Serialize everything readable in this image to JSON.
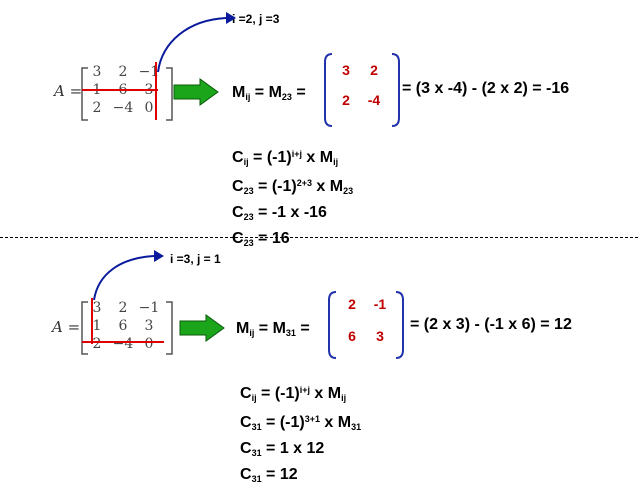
{
  "top": {
    "index_label": "i =2, j =3",
    "matrix_label": "A =",
    "matrix": [
      [
        "3",
        "2",
        "−1"
      ],
      [
        "1",
        "6",
        "3"
      ],
      [
        "2",
        "−4",
        "0"
      ]
    ],
    "minor_eq": {
      "m": "M",
      "m_sub": "ij",
      "eq": " = M",
      "eq_sub": "23",
      "tail": " ="
    },
    "minor": [
      [
        "3",
        "2"
      ],
      [
        "2",
        "-4"
      ]
    ],
    "result": "= (3 x -4) - (2 x 2) = -16",
    "steps": [
      {
        "l": "C",
        "ls": "ij",
        "r": " = (-1)",
        "rs": "i+j",
        "t": " x M",
        "ts": "ij"
      },
      {
        "l": "C",
        "ls": "23",
        "r": " = (-1)",
        "rs": "2+3",
        "t": " x M",
        "ts": "23"
      },
      {
        "l": "C",
        "ls": "23",
        "r": " = -1 x -16"
      },
      {
        "l": "C",
        "ls": "23",
        "r": " = 16"
      }
    ]
  },
  "bottom": {
    "index_label": "i =3, j = 1",
    "matrix_label": "A =",
    "matrix": [
      [
        "3",
        "2",
        "−1"
      ],
      [
        "1",
        "6",
        "3"
      ],
      [
        "2",
        "−4",
        "0"
      ]
    ],
    "minor_eq": {
      "m": "M",
      "m_sub": "ij",
      "eq": " = M",
      "eq_sub": "31",
      "tail": " ="
    },
    "minor": [
      [
        "2",
        "-1"
      ],
      [
        "6",
        "3"
      ]
    ],
    "result": "= (2 x 3) - (-1 x 6) = 12",
    "steps": [
      {
        "l": "C",
        "ls": "ij",
        "r": " = (-1)",
        "rs": "i+j",
        "t": " x M",
        "ts": "ij"
      },
      {
        "l": "C",
        "ls": "31",
        "r": " = (-1)",
        "rs": "3+1",
        "t": " x M",
        "ts": "31"
      },
      {
        "l": "C",
        "ls": "31",
        "r": " = 1 x 12"
      },
      {
        "l": "C",
        "ls": "31",
        "r": " = 12"
      }
    ]
  },
  "colors": {
    "arrow_blue": "#0a1a9c",
    "arrow_green": "#1aa51a",
    "highlight_red": "#e00000",
    "bracket_blue": "#2233aa",
    "minor_red": "#c00000"
  }
}
